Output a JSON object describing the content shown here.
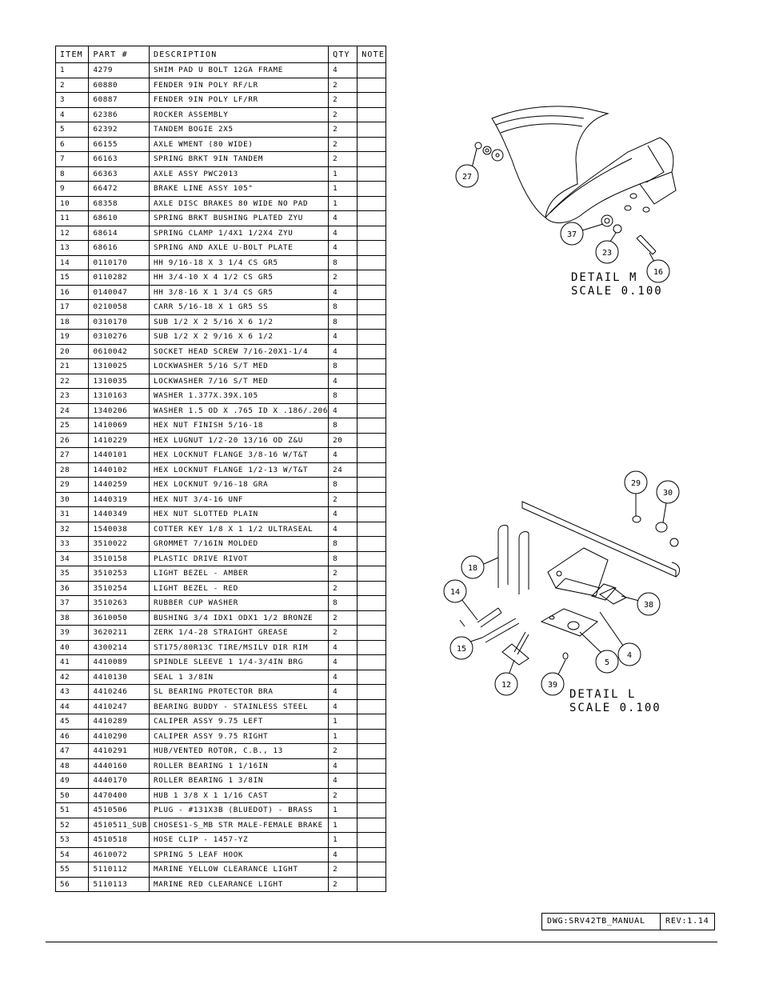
{
  "table": {
    "headers": {
      "item": "ITEM",
      "part": "PART #",
      "description": "DESCRIPTION",
      "qty": "QTY",
      "note": "NOTE"
    },
    "rows": [
      {
        "item": "1",
        "part": "4279",
        "description": "SHIM PAD  U BOLT 12GA FRAME",
        "qty": "4"
      },
      {
        "item": "2",
        "part": "60880",
        "description": "FENDER  9IN POLY RF/LR",
        "qty": "2"
      },
      {
        "item": "3",
        "part": "60887",
        "description": "FENDER  9IN POLY LF/RR",
        "qty": "2"
      },
      {
        "item": "4",
        "part": "62386",
        "description": "ROCKER ASSEMBLY",
        "qty": "2"
      },
      {
        "item": "5",
        "part": "62392",
        "description": "TANDEM BOGIE  2X5",
        "qty": "2"
      },
      {
        "item": "6",
        "part": "66155",
        "description": "AXLE WMENT (80 WIDE)",
        "qty": "2"
      },
      {
        "item": "7",
        "part": "66163",
        "description": "SPRING BRKT  9IN TANDEM",
        "qty": "2"
      },
      {
        "item": "8",
        "part": "66363",
        "description": "AXLE ASSY PWC2013",
        "qty": "1"
      },
      {
        "item": "9",
        "part": "66472",
        "description": "BRAKE LINE ASSY 105\"",
        "qty": "1"
      },
      {
        "item": "10",
        "part": "68358",
        "description": "AXLE DISC BRAKES 80 WIDE NO PAD",
        "qty": "1"
      },
      {
        "item": "11",
        "part": "68610",
        "description": "SPRING BRKT BUSHING PLATED ZYU",
        "qty": "4"
      },
      {
        "item": "12",
        "part": "68614",
        "description": "SPRING CLAMP  1/4X1 1/2X4  ZYU",
        "qty": "4"
      },
      {
        "item": "13",
        "part": "68616",
        "description": "SPRING AND AXLE U-BOLT PLATE",
        "qty": "4"
      },
      {
        "item": "14",
        "part": "0110170",
        "description": "HH 9/16-18 X 3 1/4 CS GR5",
        "qty": "8"
      },
      {
        "item": "15",
        "part": "0110282",
        "description": "HH 3/4-10 X 4 1/2 CS GR5",
        "qty": "2"
      },
      {
        "item": "16",
        "part": "0140047",
        "description": "HH 3/8-16 X 1 3/4 CS GR5",
        "qty": "4"
      },
      {
        "item": "17",
        "part": "0210058",
        "description": "CARR 5/16-18 X 1 GR5 SS",
        "qty": "8"
      },
      {
        "item": "18",
        "part": "0310170",
        "description": "SUB 1/2 X 2 5/16 X 6 1/2",
        "qty": "8"
      },
      {
        "item": "19",
        "part": "0310276",
        "description": "SUB 1/2 X 2 9/16 X 6 1/2",
        "qty": "4"
      },
      {
        "item": "20",
        "part": "0610042",
        "description": "SOCKET HEAD SCREW 7/16-20X1-1/4",
        "qty": "4"
      },
      {
        "item": "21",
        "part": "1310025",
        "description": "LOCKWASHER 5/16 S/T MED",
        "qty": "8"
      },
      {
        "item": "22",
        "part": "1310035",
        "description": "LOCKWASHER 7/16 S/T MED",
        "qty": "4"
      },
      {
        "item": "23",
        "part": "1310163",
        "description": "WASHER 1.377X.39X.105",
        "qty": "8"
      },
      {
        "item": "24",
        "part": "1340206",
        "description": "WASHER 1.5 OD X .765 ID X .186/.206",
        "qty": "4"
      },
      {
        "item": "25",
        "part": "1410069",
        "description": "HEX NUT FINISH 5/16-18",
        "qty": "8"
      },
      {
        "item": "26",
        "part": "1410229",
        "description": "HEX LUGNUT 1/2-20 13/16 OD Z&U",
        "qty": "20"
      },
      {
        "item": "27",
        "part": "1440101",
        "description": "HEX LOCKNUT FLANGE 3/8-16 W/T&T",
        "qty": "4"
      },
      {
        "item": "28",
        "part": "1440102",
        "description": "HEX LOCKNUT FLANGE 1/2-13 W/T&T",
        "qty": "24"
      },
      {
        "item": "29",
        "part": "1440259",
        "description": "HEX LOCKNUT 9/16-18 GRA",
        "qty": "8"
      },
      {
        "item": "30",
        "part": "1440319",
        "description": "HEX NUT 3/4-16 UNF",
        "qty": "2"
      },
      {
        "item": "31",
        "part": "1440349",
        "description": "HEX NUT SLOTTED PLAIN",
        "qty": "4"
      },
      {
        "item": "32",
        "part": "1540038",
        "description": "COTTER KEY 1/8 X 1 1/2 ULTRASEAL",
        "qty": "4"
      },
      {
        "item": "33",
        "part": "3510022",
        "description": "GROMMET  7/16IN MOLDED",
        "qty": "8"
      },
      {
        "item": "34",
        "part": "3510158",
        "description": "PLASTIC DRIVE RIVOT",
        "qty": "8"
      },
      {
        "item": "35",
        "part": "3510253",
        "description": "LIGHT BEZEL - AMBER",
        "qty": "2"
      },
      {
        "item": "36",
        "part": "3510254",
        "description": "LIGHT BEZEL - RED",
        "qty": "2"
      },
      {
        "item": "37",
        "part": "3510263",
        "description": "RUBBER CUP WASHER",
        "qty": "8"
      },
      {
        "item": "38",
        "part": "3610050",
        "description": "BUSHING  3/4 IDX1 ODX1 1/2 BRONZE",
        "qty": "2"
      },
      {
        "item": "39",
        "part": "3620211",
        "description": "ZERK  1/4-28 STRAIGHT GREASE",
        "qty": "2"
      },
      {
        "item": "40",
        "part": "4300214",
        "description": "ST175/80R13C TIRE/MSILV DIR RIM",
        "qty": "4"
      },
      {
        "item": "41",
        "part": "4410089",
        "description": "SPINDLE SLEEVE  1 1/4-3/4IN BRG",
        "qty": "4"
      },
      {
        "item": "42",
        "part": "4410130",
        "description": "SEAL  1 3/8IN",
        "qty": "4"
      },
      {
        "item": "43",
        "part": "4410246",
        "description": "SL BEARING PROTECTOR BRA",
        "qty": "4"
      },
      {
        "item": "44",
        "part": "4410247",
        "description": "BEARING BUDDY - STAINLESS STEEL",
        "qty": "4"
      },
      {
        "item": "45",
        "part": "4410289",
        "description": "CALIPER ASSY 9.75 LEFT",
        "qty": "1"
      },
      {
        "item": "46",
        "part": "4410290",
        "description": "CALIPER ASSY 9.75 RIGHT",
        "qty": "1"
      },
      {
        "item": "47",
        "part": "4410291",
        "description": "HUB/VENTED ROTOR, C.B.,  13",
        "qty": "2"
      },
      {
        "item": "48",
        "part": "4440160",
        "description": "ROLLER BEARING  1 1/16IN",
        "qty": "4"
      },
      {
        "item": "49",
        "part": "4440170",
        "description": "ROLLER BEARING  1 3/8IN",
        "qty": "4"
      },
      {
        "item": "50",
        "part": "4470400",
        "description": "HUB  1 3/8 X 1 1/16 CAST",
        "qty": "2"
      },
      {
        "item": "51",
        "part": "4510506",
        "description": "PLUG - #131X3B (BLUEDOT) - BRASS",
        "qty": "1"
      },
      {
        "item": "52",
        "part": "4510511_SUB",
        "description": "CHOSES1-S_MB STR MALE-FEMALE BRAKE",
        "qty": "1"
      },
      {
        "item": "53",
        "part": "4510518",
        "description": "HOSE CLIP - 1457-YZ",
        "qty": "1"
      },
      {
        "item": "54",
        "part": "4610072",
        "description": "SPRING  5 LEAF HOOK",
        "qty": "4"
      },
      {
        "item": "55",
        "part": "5110112",
        "description": "MARINE YELLOW CLEARANCE LIGHT",
        "qty": "2"
      },
      {
        "item": "56",
        "part": "5110113",
        "description": "MARINE RED CLEARANCE LIGHT",
        "qty": "2"
      }
    ]
  },
  "detail_m": {
    "title": "DETAIL  M",
    "scale": "SCALE  0.100",
    "callouts": [
      "27",
      "37",
      "23",
      "16"
    ]
  },
  "detail_l": {
    "title": "DETAIL  L",
    "scale": "SCALE  0.100",
    "callouts": [
      "29",
      "30",
      "18",
      "14",
      "38",
      "15",
      "4",
      "5",
      "12",
      "39"
    ]
  },
  "title_block": {
    "drawing": "DWG:SRV42TB_MANUAL",
    "revision": "REV:1.14"
  }
}
